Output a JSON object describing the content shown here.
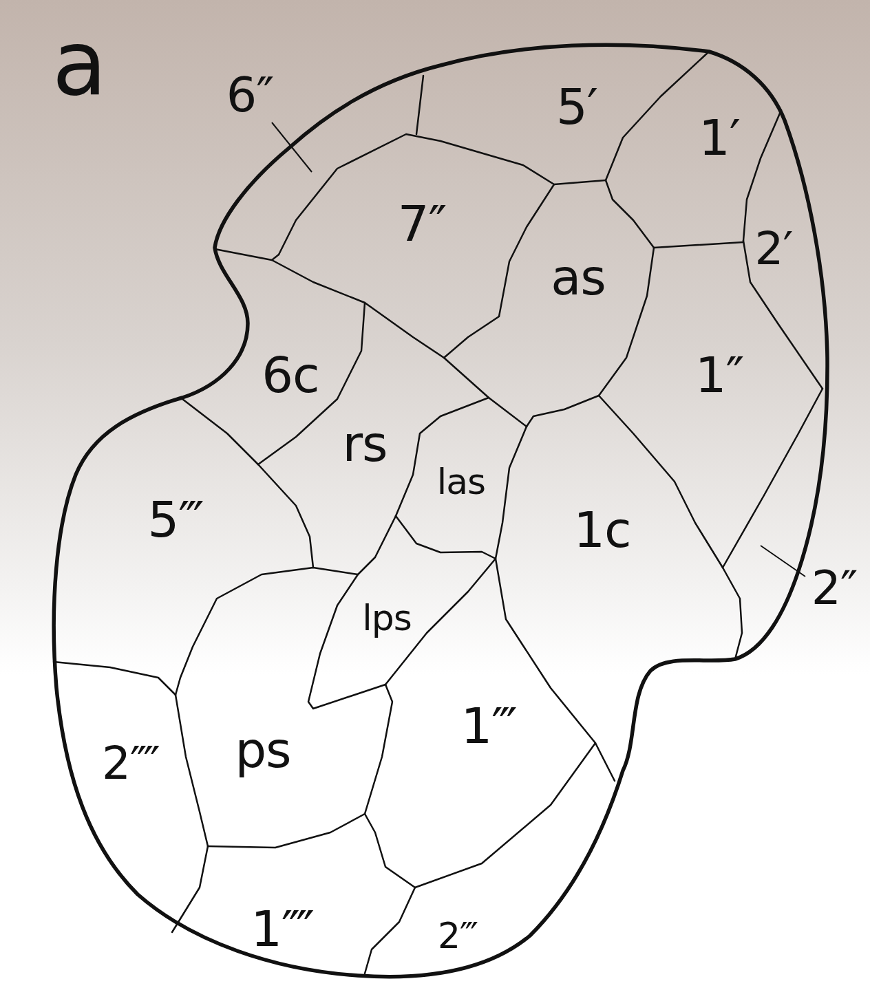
{
  "diagram": {
    "labels": [
      "a",
      "6″",
      "5′",
      "1′",
      "7″",
      "2′",
      "as",
      "1″",
      "6c",
      "rs",
      "las",
      "5‴",
      "1c",
      "2″",
      "lps",
      "1‴",
      "2⁗",
      "ps",
      "1⁗",
      "2‴"
    ]
  }
}
